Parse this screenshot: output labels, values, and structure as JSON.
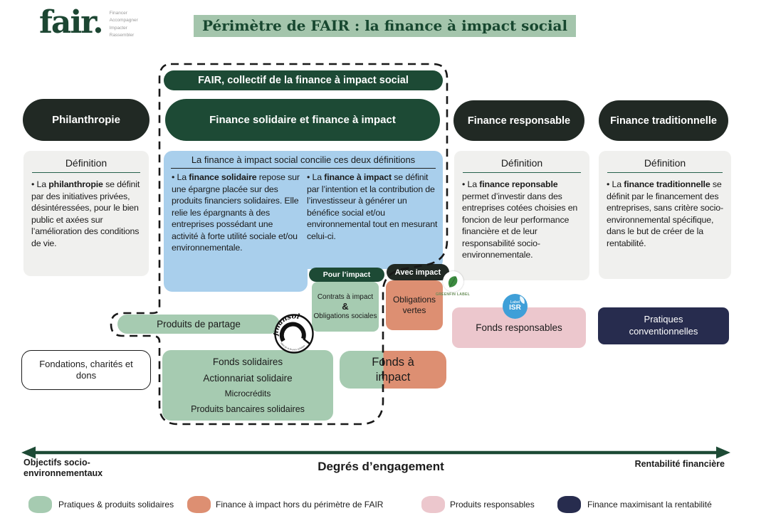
{
  "logo": {
    "name": "fair.",
    "words": [
      "Financer",
      "Accompagner",
      "Impacter",
      "Rassembler"
    ]
  },
  "title": "Périmètre de FAIR : la finance à impact social",
  "fair_box_label": "FAIR, collectif de la finance à impact social",
  "columns": {
    "philanthropie": {
      "header": "Philanthropie",
      "def_title": "Définition",
      "def": {
        "prefix": "• La ",
        "bold": "philanthropie",
        "rest": " se définit par des initiatives privées, désintéressées, pour le bien public et axées sur l’amélioration des conditions de vie."
      }
    },
    "solidaire": {
      "header": "Finance solidaire et finance à impact",
      "blue_title": "La finance à impact social concilie ces deux définitions",
      "col1": {
        "prefix": "• La ",
        "bold": "finance solidaire",
        "rest": " repose sur une épargne placée sur des produits financiers solidaires. Elle relie les épargnants à des entreprises possédant une activité à forte utilité sociale et/ou environnementale."
      },
      "col2": {
        "prefix": "• La ",
        "bold": "finance à impact",
        "rest": " se définit par l’intention et la contribution de l’investisseur à générer un bénéfice social et/ou environnemental tout en mesurant celui-ci."
      }
    },
    "responsable": {
      "header": "Finance responsable",
      "def_title": "Définition",
      "def": {
        "prefix": "• La ",
        "bold": "finance reponsable",
        "rest": " permet d’investir dans des entreprises cotées choisies en foncion de leur performance financière et de leur responsabilité socio-environnementale."
      }
    },
    "traditionnelle": {
      "header": "Finance traditionnelle",
      "def_title": "Définition",
      "def": {
        "prefix": "• La ",
        "bold": "finance traditionnelle",
        "rest": " se définit par le financement des entreprises, sans critère socio-environnemental spécifique, dans le but de créer de la rentabilité."
      }
    }
  },
  "boxes": {
    "pour_impact": "Pour l’impact",
    "avec_impact": "Avec impact",
    "contrats": {
      "line1": "Contrats à impact",
      "amp": "&",
      "line2": "Obligations sociales"
    },
    "obligations_vertes": "Obligations vertes",
    "produits_partage": "Produits de partage",
    "fondations": "Fondations, charités et dons",
    "fonds_solidaires_items": [
      "Fonds solidaires",
      "Actionnariat solidaire",
      "Microcrédits",
      "Produits bancaires solidaires"
    ],
    "fonds_impact": "Fonds à impact",
    "fonds_responsables": "Fonds responsables",
    "pratiques_conventionnelles": "Pratiques conventionnelles"
  },
  "badges": {
    "finansol": "finansol",
    "finansol_sub": "label de la finance solidaire",
    "greenfin": "GREENFIN LABEL",
    "isr_top": "Label",
    "isr_main": "ISR"
  },
  "axis": {
    "left": "Objectifs socio-environnementaux",
    "center": "Degrés d’engagement",
    "right": "Rentabilité financière"
  },
  "legend": [
    {
      "label": "Pratiques & produits solidaires",
      "color": "#a6cbb1"
    },
    {
      "label": "Finance à impact hors du périmètre de FAIR",
      "color": "#dd8f72"
    },
    {
      "label": "Produits responsables",
      "color": "#ecc7cd"
    },
    {
      "label": "Finance maximisant la rentabilité",
      "color": "#272c4e"
    }
  ],
  "colors": {
    "green_dark": "#1d4a35",
    "black_pill": "#212924",
    "light_green": "#a6cbb1",
    "blue_box": "#a9cfec",
    "salmon": "#dd8f72",
    "pink": "#ecc7cd",
    "navy": "#272c4e",
    "title_bg": "#a4c5ac",
    "def_bg": "#f0f0ee",
    "underline_green": "#25604a",
    "isr_blue": "#3f9fd8",
    "greenfin_green": "#3c8c40"
  }
}
